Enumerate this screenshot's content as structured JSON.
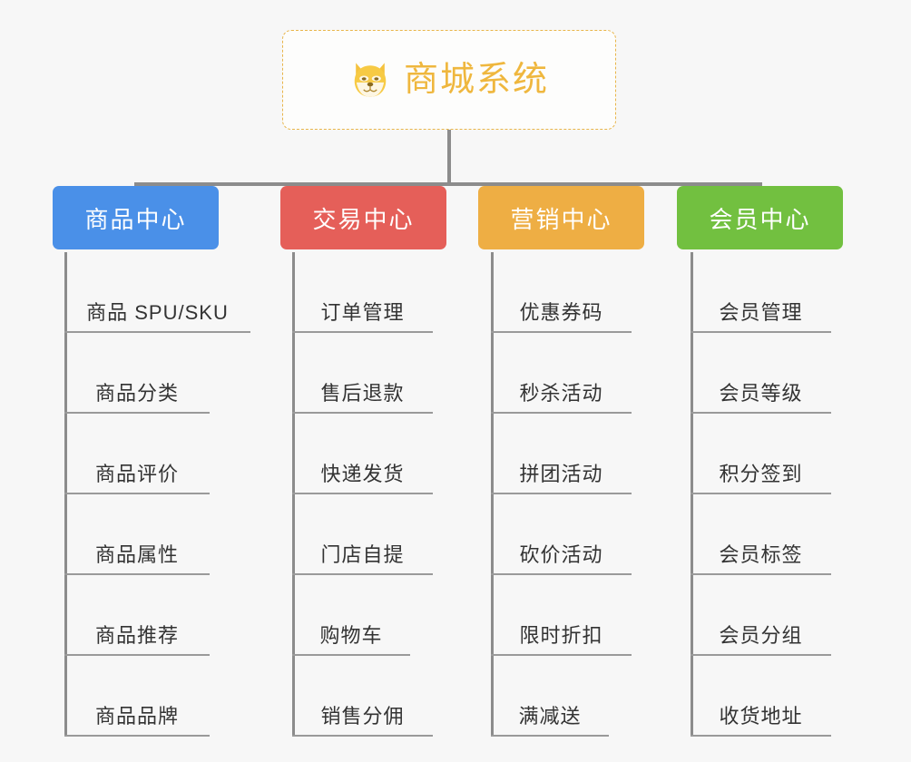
{
  "root": {
    "title": "商城系统",
    "icon": "dog-face-icon",
    "border_color": "#e8b54a",
    "text_color": "#efb73e",
    "background": "#fdfdfc"
  },
  "canvas": {
    "background": "#f7f7f7",
    "connector_color": "#8c8c8c",
    "leaf_rule_color": "#9a9a9a",
    "leaf_text_color": "#333333"
  },
  "branches": [
    {
      "title": "商品中心",
      "color": "#4a90e8",
      "items": [
        "商品 SPU/SKU",
        "商品分类",
        "商品评价",
        "商品属性",
        "商品推荐",
        "商品品牌"
      ]
    },
    {
      "title": "交易中心",
      "color": "#e55f59",
      "items": [
        "订单管理",
        "售后退款",
        "快递发货",
        "门店自提",
        "购物车",
        "销售分佣"
      ]
    },
    {
      "title": "营销中心",
      "color": "#eeae44",
      "items": [
        "优惠券码",
        "秒杀活动",
        "拼团活动",
        "砍价活动",
        "限时折扣",
        "满减送"
      ]
    },
    {
      "title": "会员中心",
      "color": "#72c040",
      "items": [
        "会员管理",
        "会员等级",
        "积分签到",
        "会员标签",
        "会员分组",
        "收货地址"
      ]
    }
  ]
}
